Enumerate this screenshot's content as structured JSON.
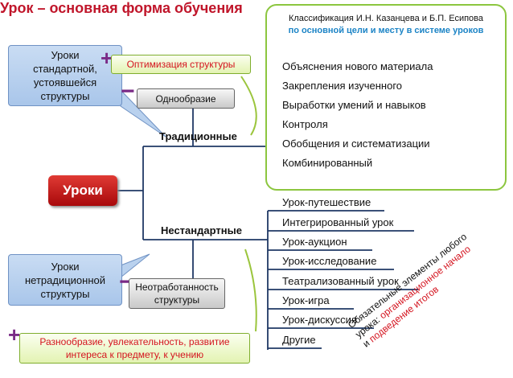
{
  "title": "Урок – основная форма обучения",
  "center": "Уроки",
  "branches": {
    "traditional": "Традиционные",
    "nonstandard": "Нестандартные"
  },
  "callouts": {
    "standard": "Уроки стандартной, устоявшейся структуры",
    "nontraditional": "Уроки нетрадиционной структуры"
  },
  "pros_cons": {
    "traditional_plus": "Оптимизация структуры",
    "traditional_minus": "Однообразие",
    "nonstandard_minus": "Неотработанность структуры",
    "nonstandard_plus": "Разнообразие, увлекательность, развитие интереса к предмету, к учению"
  },
  "classification": {
    "line1": "Классификация И.Н. Казанцева  и Б.П. Есипова",
    "line2": "по основной цели и месту в системе уроков",
    "items": [
      "Объяснения нового материала",
      "Закрепления изученного",
      "Выработки умений и навыков",
      "Контроля",
      "Обобщения и систематизации",
      "Комбинированный"
    ]
  },
  "nonstandard_items": [
    "Урок-путешествие",
    "Интегрированный урок",
    "Урок-аукцион",
    "Урок-исследование",
    "Театрализованный урок",
    "Урок-игра",
    "Урок-дискуссия",
    "Другие"
  ],
  "note": {
    "line1": "Обязательные элементы любого",
    "line2a": "урока: ",
    "line2b": "организационное начало",
    "line3": "и подведение итогов"
  }
}
